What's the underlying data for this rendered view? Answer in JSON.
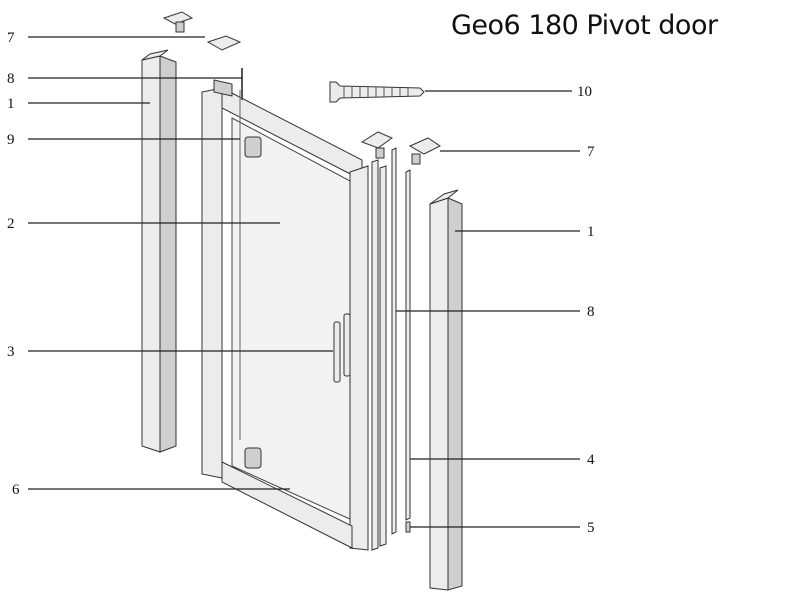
{
  "title": "Geo6 180 Pivot door",
  "callouts_left": [
    "7",
    "8",
    "1",
    "9",
    "2",
    "3",
    "6"
  ],
  "callouts_right": [
    "10",
    "7",
    "1",
    "8",
    "4",
    "5"
  ]
}
